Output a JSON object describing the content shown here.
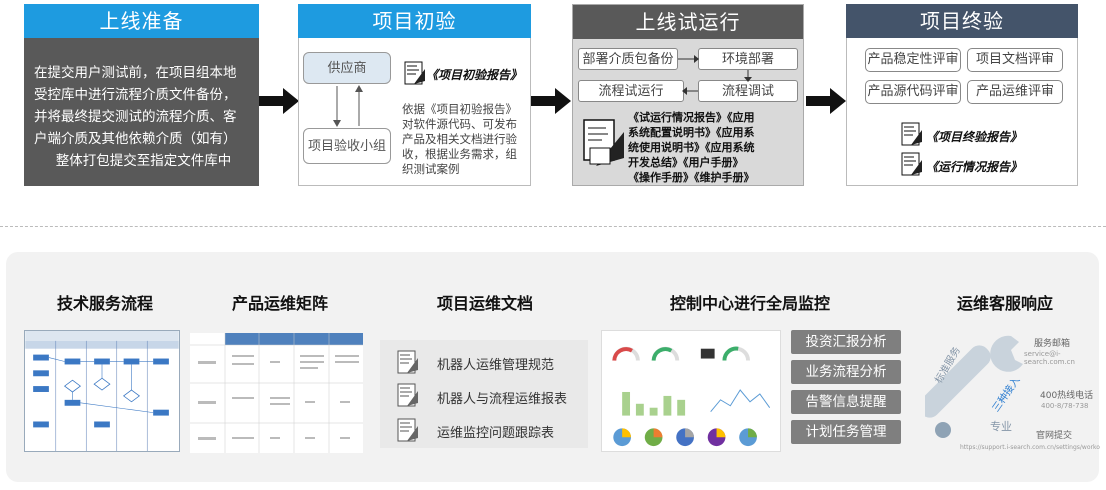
{
  "stage1": {
    "title": "上线准备",
    "lines": [
      "在提交用户测试前，在项目组本地",
      "受控库中进行流程介质文件备份，",
      "并将最终提交测试的流程介质、客",
      "户端介质及其他依赖介质（如有）",
      "整体打包提交至指定文件库中"
    ]
  },
  "stage2": {
    "title": "项目初验",
    "role_top": "供应商",
    "role_bottom": "项目验收小组",
    "report": "《项目初验报告》",
    "desc": [
      "依据《项目初验报告》",
      "对软件源代码、可发布",
      "产品及相关文档进行验",
      "收，根据业务需求，组",
      "织测试案例"
    ]
  },
  "stage3": {
    "title": "上线试运行",
    "box_backup": "部署介质包备份",
    "box_deploy": "环境部署",
    "box_trial": "流程试运行",
    "box_debug": "流程调试",
    "docs": [
      "《试运行情况报告》《应用",
      "系统配置说明书》《应用系",
      "统使用说明书》《应用系统",
      "开发总结》《用户手册》",
      "《操作手册》《维护手册》"
    ]
  },
  "stage4": {
    "title": "项目终验",
    "reviews": [
      "产品稳定性评审",
      "项目文档评审",
      "产品源代码评审",
      "产品运维评审"
    ],
    "report1": "《项目终验报告》",
    "report2": "《运行情况报告》"
  },
  "bottom": {
    "col1_title": "技术服务流程",
    "col2_title": "产品运维矩阵",
    "col3_title": "项目运维文档",
    "col3_docs": [
      "机器人运维管理规范",
      "机器人与流程运维报表",
      "运维监控问题跟踪表"
    ],
    "col4_title": "控制中心进行全局监控",
    "col4_buttons": [
      "投资汇报分析",
      "业务流程分析",
      "告警信息提醒",
      "计划任务管理"
    ],
    "col5_title": "运维客服响应",
    "col5_labels": {
      "mail_title": "服务邮箱",
      "mail": "service@i-search.com.cn",
      "hotline_title": "400热线电话",
      "hotline": "400-8/78-738",
      "web_title": "官网提交",
      "web": "https://support.i-search.com.cn/settings/workorder",
      "w1": "标准服务",
      "w2": "专业",
      "w3": "三种接入"
    }
  },
  "colors": {
    "stage1": "#595959",
    "stage2": "#1e9be0",
    "stage3": "#595959",
    "stage4": "#44546a",
    "button": "#7f7f7f",
    "panel": "#f2f2f2"
  }
}
